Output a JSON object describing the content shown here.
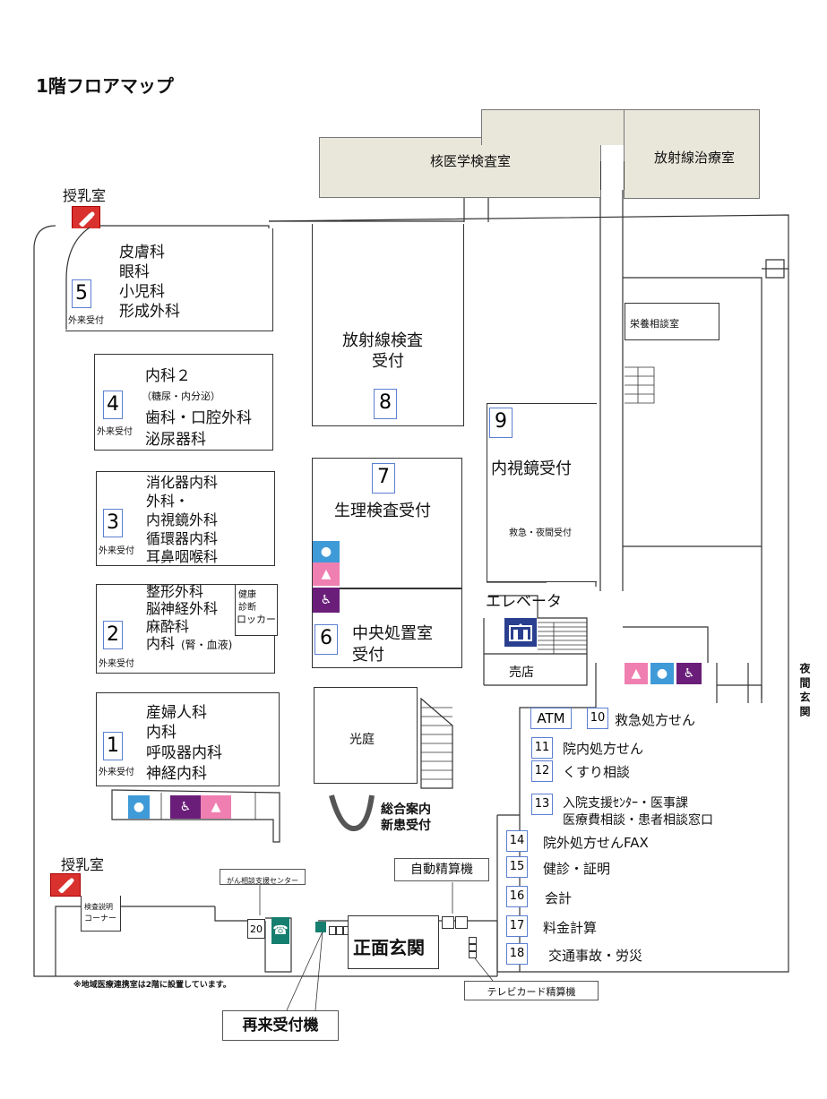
{
  "page": {
    "title": "1階フロアマップ",
    "footnote": "※地域医療連携室は2階に設置しています。"
  },
  "top_rooms": {
    "nuclear": "核医学検査室",
    "radiotherapy": "放射線治療室"
  },
  "nursing_room": "授乳室",
  "depts": {
    "d5": {
      "num": "5",
      "reception": "外来受付",
      "lines": [
        "皮膚科",
        "眼科",
        "小児科",
        "形成外科"
      ]
    },
    "d4": {
      "num": "4",
      "reception": "外来受付",
      "line1": "内科２",
      "sub": "（糖尿・内分泌）",
      "line2": "歯科・口腔外科",
      "line3": "泌尿器科"
    },
    "d3": {
      "num": "3",
      "reception": "外来受付",
      "lines": [
        "消化器内科",
        "外科・",
        "内視鏡外科",
        "循環器内科",
        "耳鼻咽喉科"
      ]
    },
    "d2": {
      "num": "2",
      "reception": "外来受付",
      "line1": "整形外科",
      "line2": "脳神経外科",
      "line3": "麻酔科",
      "line4": "内科",
      "line4_sub": "(腎・血液)",
      "locker": [
        "健康",
        "診断",
        "ロッカー"
      ]
    },
    "d1": {
      "num": "1",
      "reception": "外来受付",
      "lines": [
        "産婦人科",
        "内科",
        "呼吸器内科",
        "神経内科"
      ]
    }
  },
  "center": {
    "r8": {
      "num": "8",
      "line1": "放射線検査",
      "line2": "受付"
    },
    "r7": {
      "num": "7",
      "label": "生理検査受付"
    },
    "r6": {
      "num": "6",
      "line1": "中央処置室",
      "line2": "受付"
    },
    "r9": {
      "num": "9",
      "label": "内視鏡受付"
    },
    "emergency_night": "救急・夜間受付",
    "nutrition": "栄養相談室",
    "elevator": "エレベータ",
    "shop": "売店",
    "courtyard": "光庭",
    "info": [
      "総合案内",
      "新患受付"
    ]
  },
  "night_entrance": "夜間玄関",
  "services": [
    {
      "num": "ATM",
      "label": ""
    },
    {
      "num": "10",
      "label": "救急処方せん"
    },
    {
      "num": "11",
      "label": "院内処方せん"
    },
    {
      "num": "12",
      "label": "くすり相談"
    },
    {
      "num": "13",
      "label": "入院支援ｾﾝﾀｰ・医事課",
      "label2": "医療費相談・患者相談窓口"
    },
    {
      "num": "14",
      "label": "院外処方せんFAX"
    },
    {
      "num": "15",
      "label": "健診・証明"
    },
    {
      "num": "16",
      "label": "会計"
    },
    {
      "num": "17",
      "label": "料金計算"
    },
    {
      "num": "18",
      "label": "交通事故・労災"
    }
  ],
  "bottom": {
    "cancer_center": "がん相談支援センター",
    "exam_corner": [
      "検査説明",
      "コーナー"
    ],
    "num20": "20",
    "auto_payment": "自動精算機",
    "main_entrance": "正面玄関",
    "tv_card": "テレビカード精算機",
    "reentry": "再来受付機"
  },
  "icons": {
    "toilet_male": "male-toilet-icon",
    "toilet_female": "female-toilet-icon",
    "accessible": "wheelchair-icon",
    "nursing": "baby-bottle-icon",
    "phone": "phone-icon",
    "elevator": "elevator-icon"
  },
  "colors": {
    "tan": "#e9e7da",
    "male": "#3f9ad8",
    "female": "#f07fb1",
    "accessible": "#6a1e7a",
    "nursing": "#d9312d",
    "phone": "#167e6e",
    "number_border": "#5b7fd1"
  }
}
